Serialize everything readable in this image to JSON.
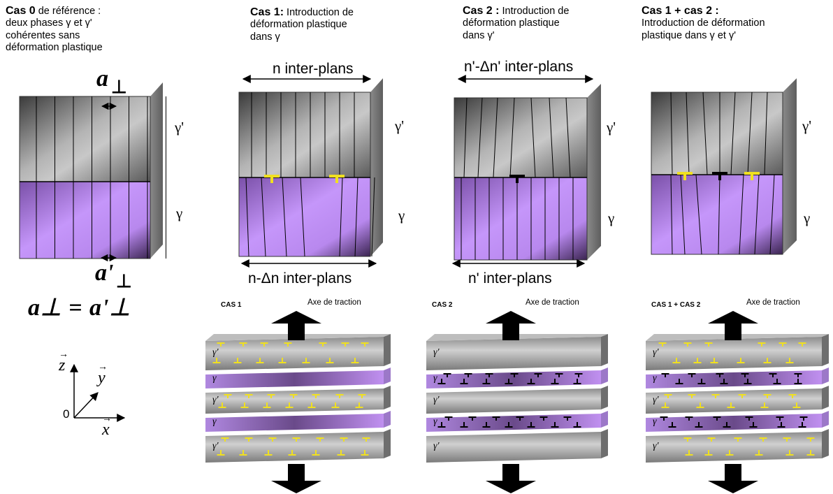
{
  "headings": [
    {
      "bold": "Cas 0",
      "lines": [
        " de référence :",
        "deux phases γ et γ'",
        "cohérentes sans",
        "déformation plastique"
      ]
    },
    {
      "bold": "Cas 1:",
      "lines": [
        " Introduction de",
        "déformation plastique",
        "dans γ"
      ]
    },
    {
      "bold": "Cas 2 :",
      "lines": [
        " Introduction de",
        "déformation plastique",
        "dans γ'"
      ]
    },
    {
      "bold": "Cas 1 + cas 2 :",
      "lines": [
        "",
        "Introduction de déformation",
        "plastique dans γ et γ'"
      ]
    }
  ],
  "phase_labels": {
    "gamma_prime": "γ'",
    "gamma": "γ"
  },
  "spans": {
    "cas1_top": "n inter-plans",
    "cas1_bottom": "n-Δn inter-plans",
    "cas2_top": "n'-Δn' inter-plans",
    "cas2_bottom": "n' inter-plans"
  },
  "cas0": {
    "a_perp": "a",
    "a_perp_prime": "a'",
    "perp_symbol": "⊥",
    "equality": "a⊥ = a'⊥"
  },
  "axes": {
    "z": "z",
    "y": "y",
    "x": "x",
    "origin": "0"
  },
  "traction": {
    "tags": [
      "CAS 1",
      "CAS 2",
      "CAS 1 + CAS 2"
    ],
    "axis_label": "Axe de traction",
    "layers": [
      "γ'",
      "γ",
      "γ'",
      "γ",
      "γ'"
    ]
  },
  "colors": {
    "violet": "#c08cf5",
    "grey": "#a8a8a8",
    "yellow": "#f0e020",
    "dislocation_dark": "#000000"
  }
}
